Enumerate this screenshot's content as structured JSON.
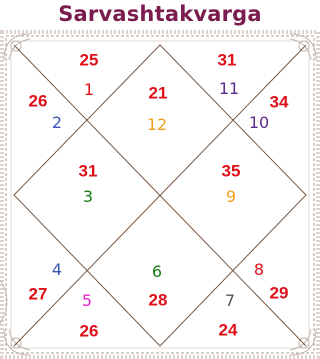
{
  "title": "Sarvashtakvarga",
  "colors": {
    "title": "#7a1d4e",
    "score": "#e0101a",
    "border": "#c8bdb4",
    "lines": "#7a5a43",
    "background": "#ffffff"
  },
  "houses": [
    {
      "number": "1",
      "score": "25",
      "house_color": "#e0101a"
    },
    {
      "number": "2",
      "score": "26",
      "house_color": "#3a56b5"
    },
    {
      "number": "3",
      "score": "31",
      "house_color": "#1a7a1a"
    },
    {
      "number": "4",
      "score": "27",
      "house_color": "#3a56b5"
    },
    {
      "number": "5",
      "score": "26",
      "house_color": "#ee22c8"
    },
    {
      "number": "6",
      "score": "28",
      "house_color": "#1a7a1a"
    },
    {
      "number": "7",
      "score": "24",
      "house_color": "#555555"
    },
    {
      "number": "8",
      "score": "29",
      "house_color": "#e0101a"
    },
    {
      "number": "9",
      "score": "35",
      "house_color": "#f0a020"
    },
    {
      "number": "10",
      "score": "34",
      "house_color": "#5a2a8a"
    },
    {
      "number": "11",
      "score": "31",
      "house_color": "#5a2a8a"
    },
    {
      "number": "12",
      "score": "21",
      "house_color": "#f0a020"
    }
  ]
}
